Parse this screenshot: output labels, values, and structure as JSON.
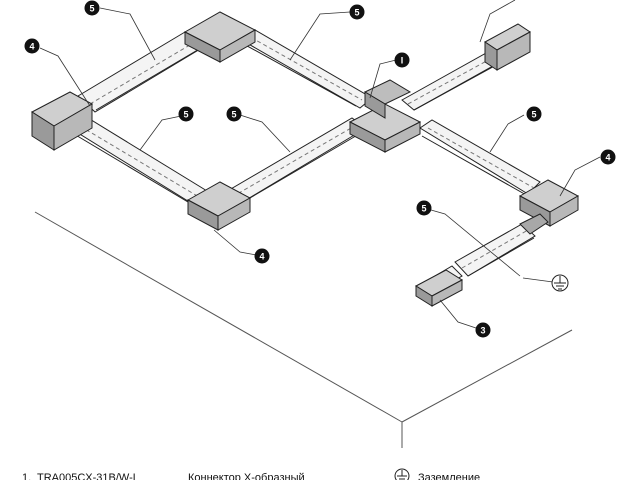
{
  "callouts": {
    "c1": "5",
    "c2": "5",
    "c3": "4",
    "c4": "I",
    "c5": "5",
    "c6": "5",
    "c7": "5",
    "c8": "4",
    "c9": "5",
    "c10": "4",
    "c11": "3"
  },
  "legend": {
    "item1_number": "1.",
    "item1_code": "TRA005CX-31B/W-L",
    "item1_desc": "Коннектор X-образный",
    "ground_label": "Заземление"
  }
}
